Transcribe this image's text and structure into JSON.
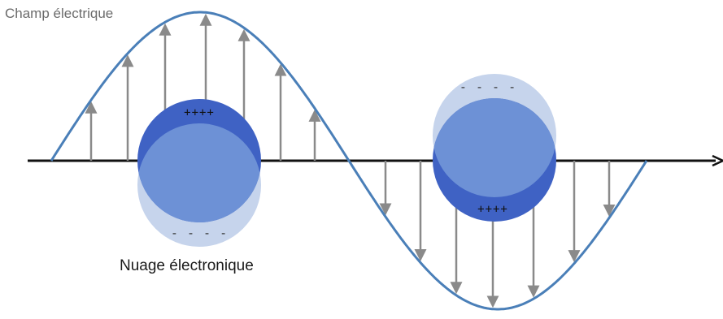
{
  "labels": {
    "electric_field": "Champ électrique",
    "electron_cloud": "Nuage électronique"
  },
  "atoms": [
    {
      "name": "left-atom",
      "positive_charges": "++++",
      "negative_charges": "- - - -"
    },
    {
      "name": "right-atom",
      "positive_charges": "++++",
      "negative_charges": "- - - -"
    }
  ],
  "colors": {
    "wave": "#4a7fb8",
    "field_arrows": "#8a8a8a",
    "axis": "#111111",
    "nucleus": "#3f62c4",
    "cloud": "#6d91d6",
    "cloud_faded": "#c6d4ec"
  },
  "icons": {
    "axis_arrowhead": "arrow-right-icon"
  }
}
